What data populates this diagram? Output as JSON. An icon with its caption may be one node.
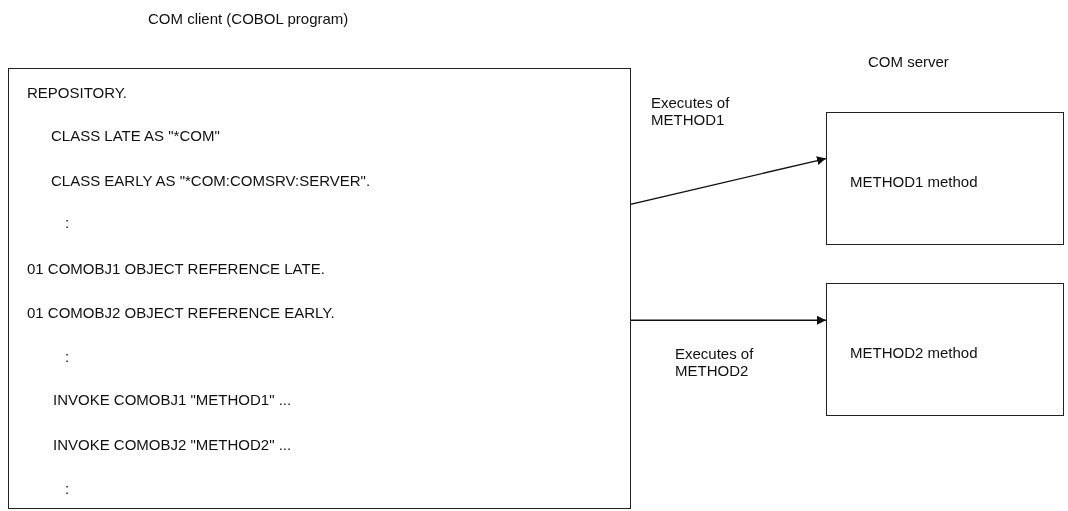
{
  "diagram": {
    "nodes": [
      {
        "text": [
          "COM client (COBOL program)",
          "REPOSITORY.",
          "CLASS LATE AS \"*COM\"",
          "CLASS EARLY AS \"*COM:COMSRV:SERVER\".",
          ":",
          ":",
          "INVOKE COMOBJ1 \"METHOD1\" ...",
          "INVOKE COMOBJ2 \"METHOD2\" ...",
          ":"
        ]
      },
      {
        "text": [
          "01 COMOBJ1 OBJECT REFERENCE LATE."
        ],
        "in": 0
      },
      {
        "text": [
          "01 COMOBJ2 OBJECT REFERENCE EARLY."
        ],
        "in": 0
      },
      {
        "text": [
          "METHOD1 method"
        ]
      },
      {
        "text": [
          "METHOD2 method"
        ]
      }
    ],
    "edges": [
      {
        "from": 1,
        "to": 3,
        "arrow": "to",
        "label": "Executes of METHOD1"
      },
      {
        "from": 2,
        "to": 4,
        "arrow": "to",
        "label": "Executes of METHOD2"
      }
    ],
    "labels": [
      "COM server"
    ]
  }
}
